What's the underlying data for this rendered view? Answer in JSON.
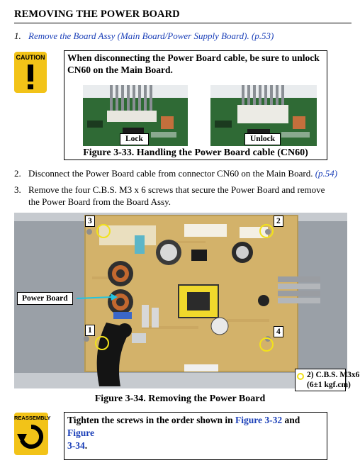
{
  "section": {
    "title": "REMOVING THE POWER BOARD"
  },
  "steps": [
    {
      "num": "1.",
      "text": "Remove the Board Assy (Main Board/Power Supply Board). (p.53)"
    },
    {
      "num": "2.",
      "text": "Disconnect the Power Board cable from connector CN60 on the Main Board.",
      "ref": "(p.54)"
    },
    {
      "num": "3.",
      "text_line1": "Remove the four C.B.S. M3 x 6 screws that secure the Power Board and remove",
      "text_line2": "the Power Board from the Board Assy."
    }
  ],
  "caution": {
    "icon_label": "CAUTION",
    "text_line1": "When disconnecting the Power Board cable, be sure to unlock",
    "text_line2": "CN60 on the Main Board.",
    "lock_label": "Lock",
    "unlock_label": "Unlock",
    "figure_caption": "Figure 3-33. Handling the Power Board cable (CN60)"
  },
  "figure34": {
    "caption": "Figure 3-34. Removing the Power Board",
    "power_board_label": "Power Board",
    "screw_callout_line1": "2) C.B.S. M3x6",
    "screw_callout_line2": "(6±1 kgf.cm)",
    "markers": [
      "1",
      "2",
      "3",
      "4"
    ]
  },
  "reassembly": {
    "icon_label": "REASSEMBLY",
    "text_pre": "Tighten the screws in the order shown in ",
    "ref1": "Figure 3-32",
    "text_mid": " and ",
    "ref2": "Figure",
    "ref2b": "3-34",
    "text_post": "."
  },
  "colors": {
    "link": "#1a3fb8",
    "caution_yellow": "#f2c318",
    "marker_yellow": "#f2e21a",
    "arrow_cyan": "#22c4e0"
  }
}
